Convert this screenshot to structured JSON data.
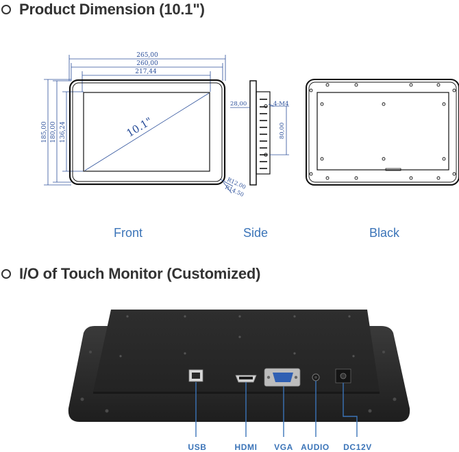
{
  "sections": {
    "dimension_title": "Product Dimension (10.1\")",
    "io_title": "I/O of Touch Monitor (Customized)"
  },
  "views": {
    "front": "Front",
    "side": "Side",
    "back": "Black"
  },
  "dimensions": {
    "width_outer": "265,00",
    "width_mid": "260,00",
    "width_inner": "217,44",
    "height_outer": "185,00",
    "height_mid": "180,00",
    "height_inner": "136,24",
    "diagonal": "10.1\"",
    "radius_inner": "R12.00",
    "radius_outer": "R14.50",
    "side_depth": "28,00",
    "side_screw": "4-M4",
    "side_height": "80,00"
  },
  "ports": [
    "USB",
    "HDMI",
    "VGA",
    "AUDIO",
    "DC12V"
  ],
  "colors": {
    "accent": "#3b74b8",
    "dimension": "#2b4f9a",
    "title": "#333333",
    "monitor": "#2a2a2a"
  }
}
